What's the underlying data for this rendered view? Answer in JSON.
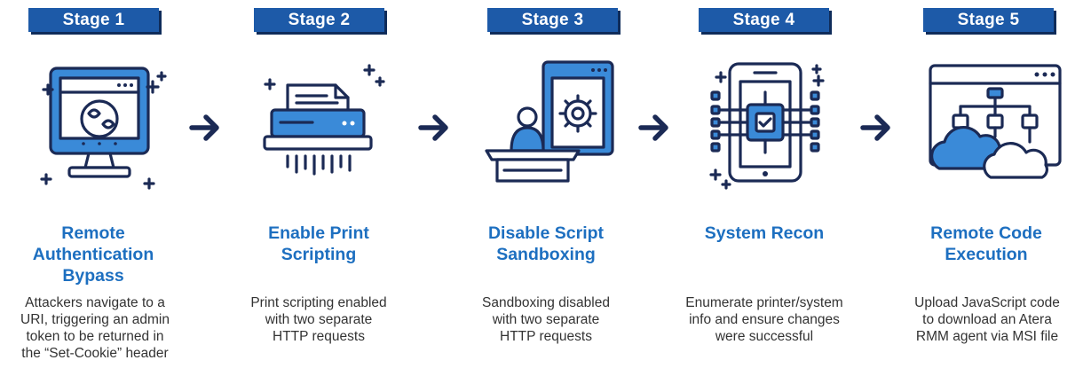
{
  "colors": {
    "badge": "#1d5aa8",
    "title": "#1d6fc0",
    "outline": "#1b2a55",
    "accent": "#3a8ad8"
  },
  "stages": [
    {
      "badge": "Stage 1",
      "title": "Remote\nAuthentication\nBypass",
      "description": "Attackers navigate to a\nURI, triggering an admin\ntoken to be returned in\nthe “Set-Cookie” header",
      "icon": "monitor-cookie-icon"
    },
    {
      "badge": "Stage 2",
      "title": "Enable Print\nScripting",
      "description": "Print scripting enabled\nwith two separate\nHTTP requests",
      "icon": "printer-shredder-icon"
    },
    {
      "badge": "Stage 3",
      "title": "Disable Script\nSandboxing",
      "description": "Sandboxing disabled\nwith two separate\nHTTP requests",
      "icon": "podium-gear-icon"
    },
    {
      "badge": "Stage 4",
      "title": "System Recon",
      "description": "Enumerate printer/system\ninfo and ensure changes\nwere successful",
      "icon": "phone-chip-icon"
    },
    {
      "badge": "Stage 5",
      "title": "Remote Code\nExecution",
      "description": "Upload JavaScript code\nto download an Atera\nRMM agent via MSI file",
      "icon": "browser-cloud-network-icon"
    }
  ]
}
